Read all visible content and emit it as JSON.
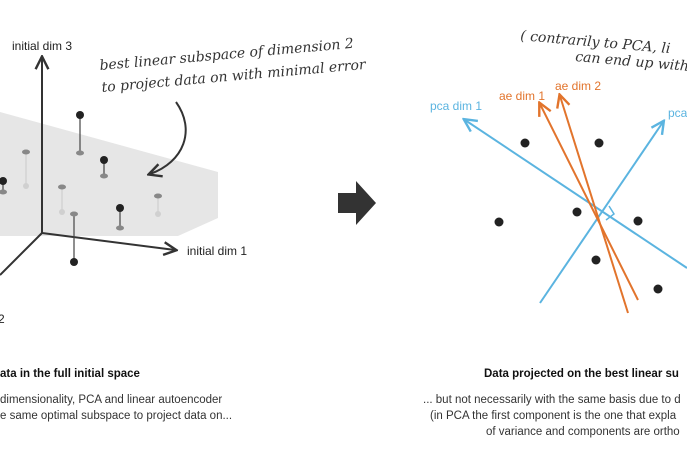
{
  "left_panel": {
    "axis_labels": {
      "dim3": "initial dim 3",
      "dim1": "initial dim 1",
      "dim2_fragment": "2"
    },
    "annotation": {
      "line1": "best linear subspace of dimension 2",
      "line2": "to project data on with minimal error"
    },
    "caption": {
      "title": "ata in the full initial space",
      "line1": "dimensionality, PCA and linear autoencoder",
      "line2": "e same optimal subspace to project data on..."
    }
  },
  "right_panel": {
    "annotation": {
      "line1": "( contrarily to PCA, li",
      "line2": "can end up with"
    },
    "axis_labels": {
      "pca1": "pca dim 1",
      "pca2": "pca",
      "ae1": "ae dim 1",
      "ae2": "ae dim 2"
    },
    "caption": {
      "title": "Data projected on the best linear su",
      "line1": "... but not necessarily with the same basis due to d",
      "line2": "(in PCA the first component is the one that expla",
      "line3": "of variance and components are ortho"
    }
  },
  "colors": {
    "pca": "#5bb4e0",
    "ae": "#e2742c",
    "arrow": "#333333",
    "plane": "#e6e6e6",
    "point": "#222222"
  }
}
